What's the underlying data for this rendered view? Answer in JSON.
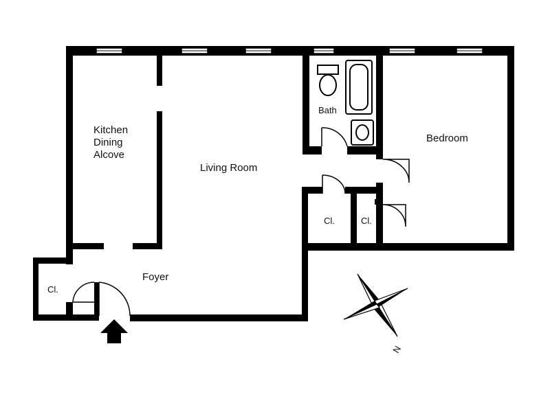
{
  "rooms": {
    "kitchen_line1": "Kitchen",
    "kitchen_line2": "Dining",
    "kitchen_line3": "Alcove",
    "living": "Living Room",
    "bath": "Bath",
    "bedroom": "Bedroom",
    "foyer": "Foyer",
    "closet_mid_left": "Cl.",
    "closet_mid_right": "Cl.",
    "closet_entry": "Cl."
  },
  "compass": {
    "north_label": "N",
    "icon": "compass-rose-icon"
  },
  "entry": {
    "icon": "entry-arrow-icon"
  },
  "colors": {
    "wall": "#000000",
    "background": "#ffffff"
  }
}
